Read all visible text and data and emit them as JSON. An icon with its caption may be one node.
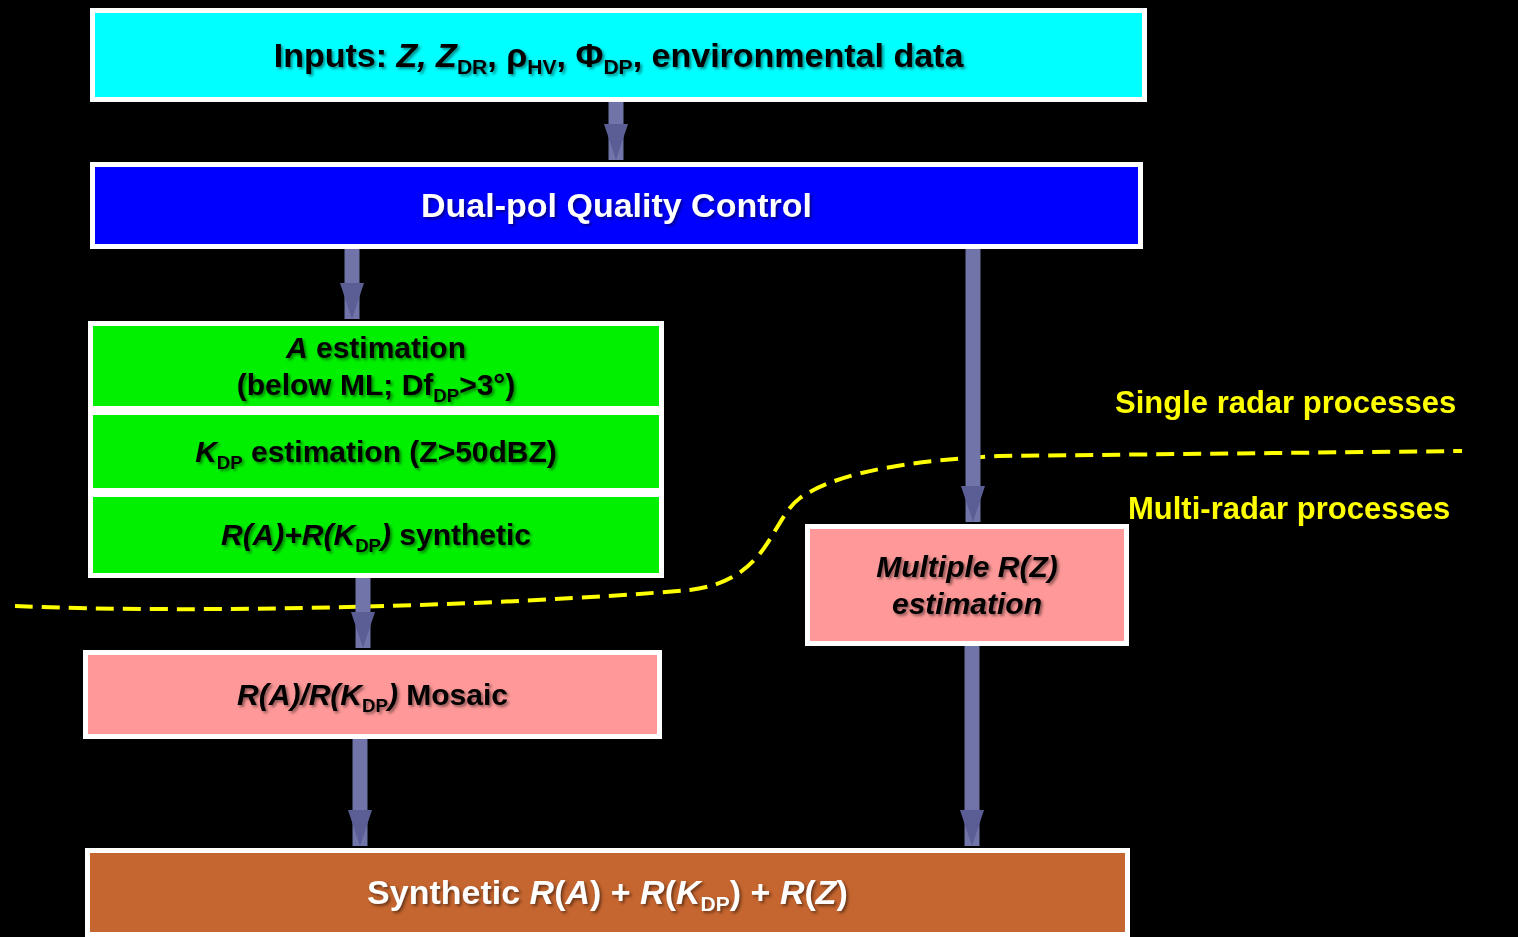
{
  "diagram": {
    "nodes": [
      {
        "text": [
          "Inputs: *Z, Z*$_{DR}$, ρ$_{HV}$, Φ$_{DP}$, environmental data"
        ]
      },
      {
        "text": [
          "Dual-pol Quality Control"
        ]
      },
      {
        "text": [
          "*A* estimation (below ML; Df$_{DP}$>3°)"
        ]
      },
      {
        "text": [
          "*K*$_{DP}$ estimation (Z>50dBZ)"
        ]
      },
      {
        "text": [
          "*R(A)+R(K*$_{DP}$*)* synthetic"
        ]
      },
      {
        "text": [
          "Multiple R(Z) estimation"
        ]
      },
      {
        "text": [
          "*R(A)/R(K*$_{DP}$*)* Mosaic"
        ]
      },
      {
        "text": [
          "Synthetic *R*(*A*) + *R*(*K*$_{DP}$) + *R*(*Z*)"
        ]
      }
    ],
    "edges": [
      {
        "from": 0,
        "to": 1,
        "arrow": "to"
      },
      {
        "from": 1,
        "to": 2,
        "arrow": "to"
      },
      {
        "from": 1,
        "to": 5,
        "arrow": "to"
      },
      {
        "from": 4,
        "to": 6,
        "arrow": "to"
      },
      {
        "from": 6,
        "to": 7,
        "arrow": "to"
      },
      {
        "from": 5,
        "to": 7,
        "arrow": "to"
      }
    ],
    "labels": [
      "Single radar processes",
      "Multi-radar processes"
    ]
  }
}
